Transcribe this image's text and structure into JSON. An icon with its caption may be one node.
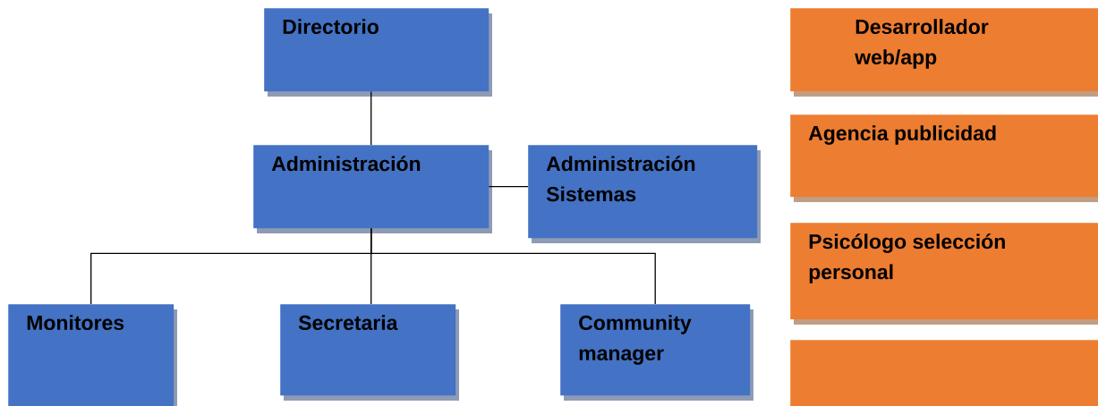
{
  "diagram": {
    "nodes": [
      {
        "text": [
          "Directorio"
        ]
      },
      {
        "text": [
          "Administración"
        ]
      },
      {
        "text": [
          "Administración Sistemas"
        ]
      },
      {
        "text": [
          "Monitores"
        ]
      },
      {
        "text": [
          "Secretaria"
        ]
      },
      {
        "text": [
          "Community manager"
        ]
      },
      {
        "text": [
          "Desarrollador web/app"
        ]
      },
      {
        "text": [
          "Agencia publicidad"
        ]
      },
      {
        "text": [
          "Psicólogo selección personal"
        ]
      },
      {
        "text": [],
        "shape": "box"
      }
    ],
    "edges": [
      {
        "from": 0,
        "to": 1,
        "arrow": "none"
      },
      {
        "from": 1,
        "to": 2,
        "arrow": "none"
      },
      {
        "from": 1,
        "to": 3,
        "arrow": "none"
      },
      {
        "from": 1,
        "to": 4,
        "arrow": "none"
      },
      {
        "from": 1,
        "to": 5,
        "arrow": "none"
      }
    ]
  }
}
